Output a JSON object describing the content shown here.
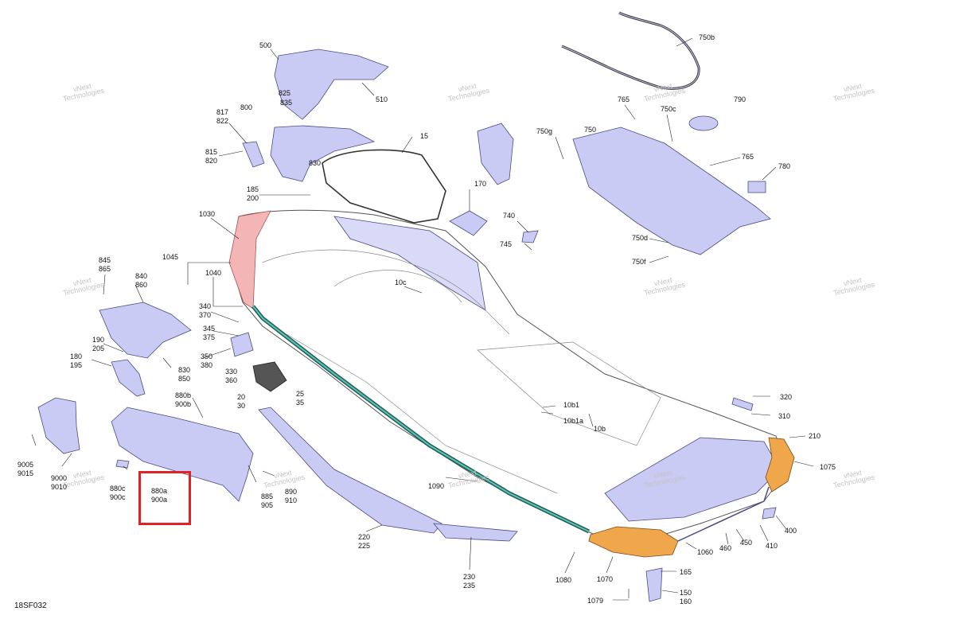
{
  "diagram_code": "18SF032",
  "watermark": "vNext\nTechnologies",
  "highlight_label": "880a\n900a",
  "colors": {
    "part_fill": "#c9cbf5",
    "part_stroke": "#4b4b80",
    "bumper": "#f0a64a",
    "rubrail": "#2c8f83",
    "front_tip": "#f3b5b5",
    "highlight": "#e12124"
  },
  "labels": [
    "500",
    "510",
    "825",
    "835",
    "817",
    "822",
    "800",
    "815",
    "820",
    "830",
    "185",
    "200",
    "15",
    "170",
    "740",
    "745",
    "750b",
    "765",
    "750c",
    "790",
    "750g",
    "750",
    "765",
    "780",
    "750d",
    "750f",
    "1030",
    "1045",
    "845",
    "865",
    "840",
    "860",
    "1040",
    "340",
    "370",
    "345",
    "375",
    "350",
    "380",
    "330",
    "360",
    "20",
    "30",
    "25",
    "35",
    "190",
    "205",
    "180",
    "195",
    "830",
    "850",
    "880b",
    "900b",
    "9005",
    "9015",
    "9000",
    "9010",
    "880c",
    "900c",
    "885",
    "905",
    "890",
    "910",
    "10c",
    "10b1",
    "10b1a",
    "10b",
    "1090",
    "220",
    "225",
    "230",
    "235",
    "320",
    "310",
    "210",
    "1075",
    "400",
    "410",
    "450",
    "460",
    "1060",
    "1070",
    "1080",
    "165",
    "150",
    "160",
    "1079"
  ]
}
